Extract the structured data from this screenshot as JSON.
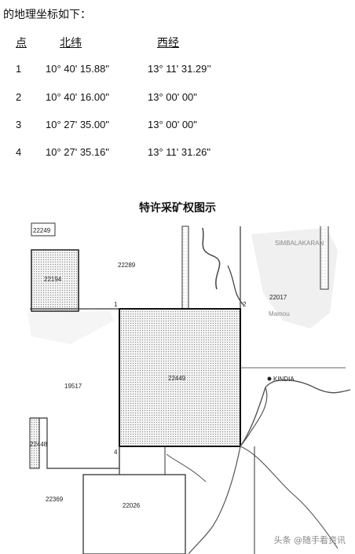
{
  "intro_text": "的地理坐标如下：",
  "table": {
    "headers": [
      "点",
      "北纬",
      "西经"
    ],
    "rows": [
      {
        "point": "1",
        "lat": "10° 40' 15.88\"",
        "lon": "13° 11' 31.29’’"
      },
      {
        "point": "2",
        "lat": "10° 40' 16.00\"",
        "lon": "13° 00' 00\""
      },
      {
        "point": "3",
        "lat": "10° 27' 35.00\"",
        "lon": "13° 00' 00\""
      },
      {
        "point": "4",
        "lat": "10° 27' 35.16\"",
        "lon": "13° 11' 31.26\""
      }
    ]
  },
  "map": {
    "title": "特许采矿权图示",
    "parcels": [
      "22249",
      "22194",
      "22289",
      "22017",
      "22449",
      "19517",
      "22448",
      "22369",
      "22026"
    ],
    "corner_labels": [
      "1",
      "2",
      "4"
    ],
    "places": [
      "KINDIA",
      "SIMBALAKARAN",
      "Mamou"
    ]
  },
  "watermark": "头条 @随手看资讯"
}
